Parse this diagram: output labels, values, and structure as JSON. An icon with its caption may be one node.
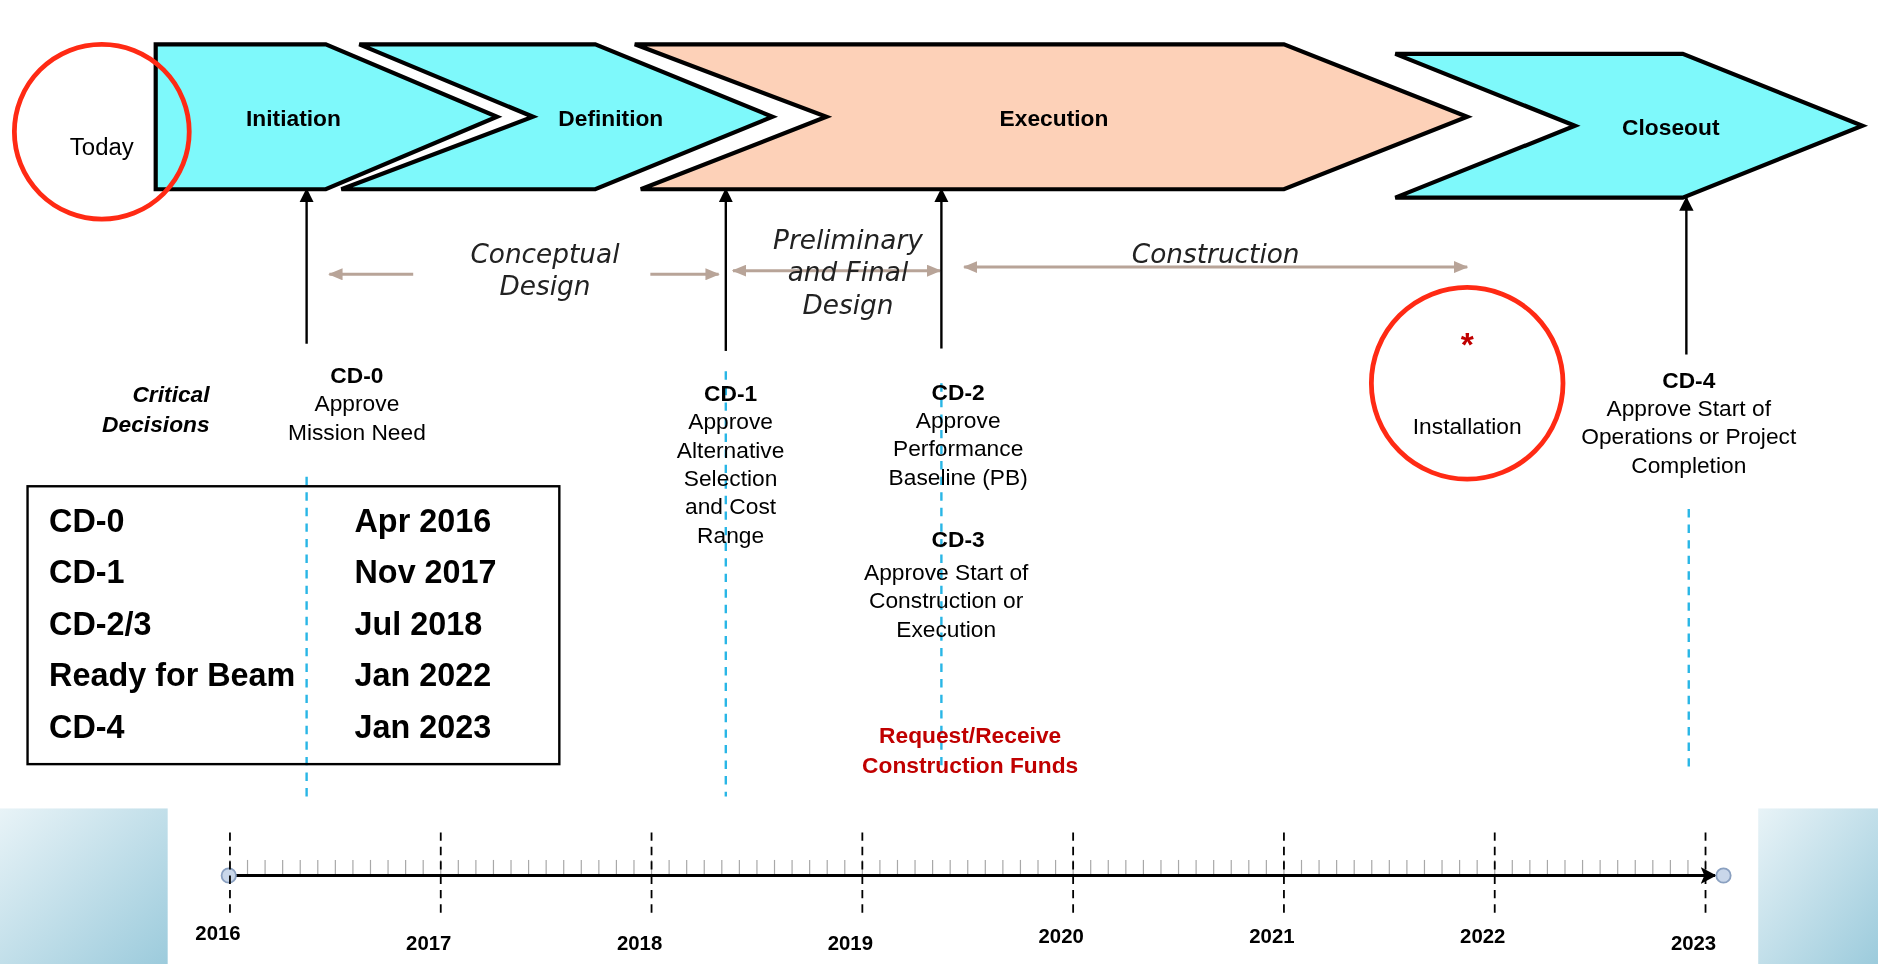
{
  "diagram": {
    "nodes": [
      {
        "text": [
          "Today"
        ]
      },
      {
        "text": [
          "Initiation"
        ]
      },
      {
        "text": [
          "Definition"
        ]
      },
      {
        "text": [
          "Execution"
        ]
      },
      {
        "text": [
          "Closeout"
        ]
      },
      {
        "text": [
          "CD-0",
          "Approve Mission Need"
        ]
      },
      {
        "text": [
          "CD-1",
          "Approve Alternative Selection and Cost Range"
        ]
      },
      {
        "text": [
          "CD-2",
          "Approve Performance Baseline (PB)"
        ]
      },
      {
        "text": [
          "CD-4",
          "Approve Start of Operations or Project Completion"
        ]
      },
      {
        "text": [
          "*",
          "Installation"
        ]
      }
    ],
    "edges": [
      {
        "from": 5,
        "to": 1,
        "arrow": "to"
      },
      {
        "from": 6,
        "to": 3,
        "arrow": "to"
      },
      {
        "from": 7,
        "to": 3,
        "arrow": "to"
      },
      {
        "from": 8,
        "to": 4,
        "arrow": "to"
      }
    ],
    "labels": [
      "Conceptual Design",
      "Preliminary and Final Design",
      "Construction",
      "Critical Decisions",
      "CD-3",
      "Approve Start of Construction or Execution",
      "CD-0",
      "Apr 2016",
      "CD-1",
      "Nov 2017",
      "CD-2/3",
      "Jul 2018",
      "Ready for Beam",
      "Jan 2022",
      "CD-4",
      "Jan 2023",
      "Request/Receive Construction Funds",
      "2016",
      "2017",
      "2018",
      "2019",
      "2020",
      "2021",
      "2022",
      "2023"
    ]
  }
}
